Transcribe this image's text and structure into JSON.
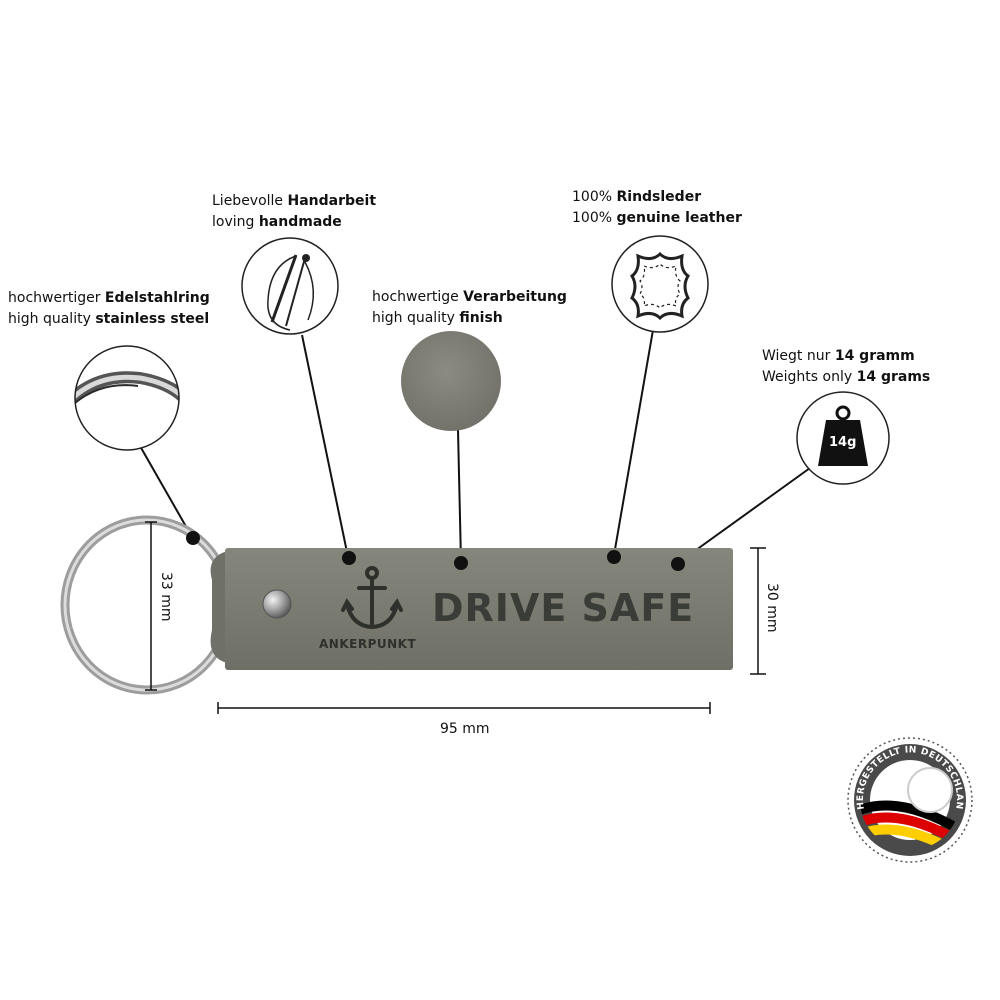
{
  "features": [
    {
      "line1_pre": "hochwertiger ",
      "line1_bold": "Edelstahlring",
      "line2_pre": "high quality ",
      "line2_bold": "stainless steel",
      "icon": "steel-ring-photo"
    },
    {
      "line1_pre": "Liebevolle ",
      "line1_bold": "Handarbeit",
      "line2_pre": "loving ",
      "line2_bold": "handmade",
      "icon": "needle-thread-icon"
    },
    {
      "line1_pre": "hochwertige ",
      "line1_bold": "Verarbeitung",
      "line2_pre": "high quality ",
      "line2_bold": "finish",
      "icon": "leather-surface-swatch"
    },
    {
      "line1_pre": "100% ",
      "line1_bold": "Rindsleder",
      "line2_pre": "100% ",
      "line2_bold": "genuine leather",
      "icon": "leather-hide-icon"
    },
    {
      "line1_pre": "Wiegt nur ",
      "line1_bold": "14 gramm",
      "line2_pre": "Weights only ",
      "line2_bold": "14 grams",
      "icon": "weight-icon"
    }
  ],
  "weight_icon_label": "14g",
  "keychain": {
    "brand_text": "ANKERPUNKT",
    "slogan": "DRIVE SAFE",
    "leather_color": "#7b7c72",
    "ring_color": "#b9b9b9"
  },
  "dimensions": {
    "ring_height": "33 mm",
    "tag_height": "30 mm",
    "tag_length": "95 mm"
  },
  "badge": {
    "text": "HERGESTELLT IN DEUTSCHLAND",
    "flag_colors": [
      "#000000",
      "#dd0000",
      "#ffce00"
    ]
  }
}
